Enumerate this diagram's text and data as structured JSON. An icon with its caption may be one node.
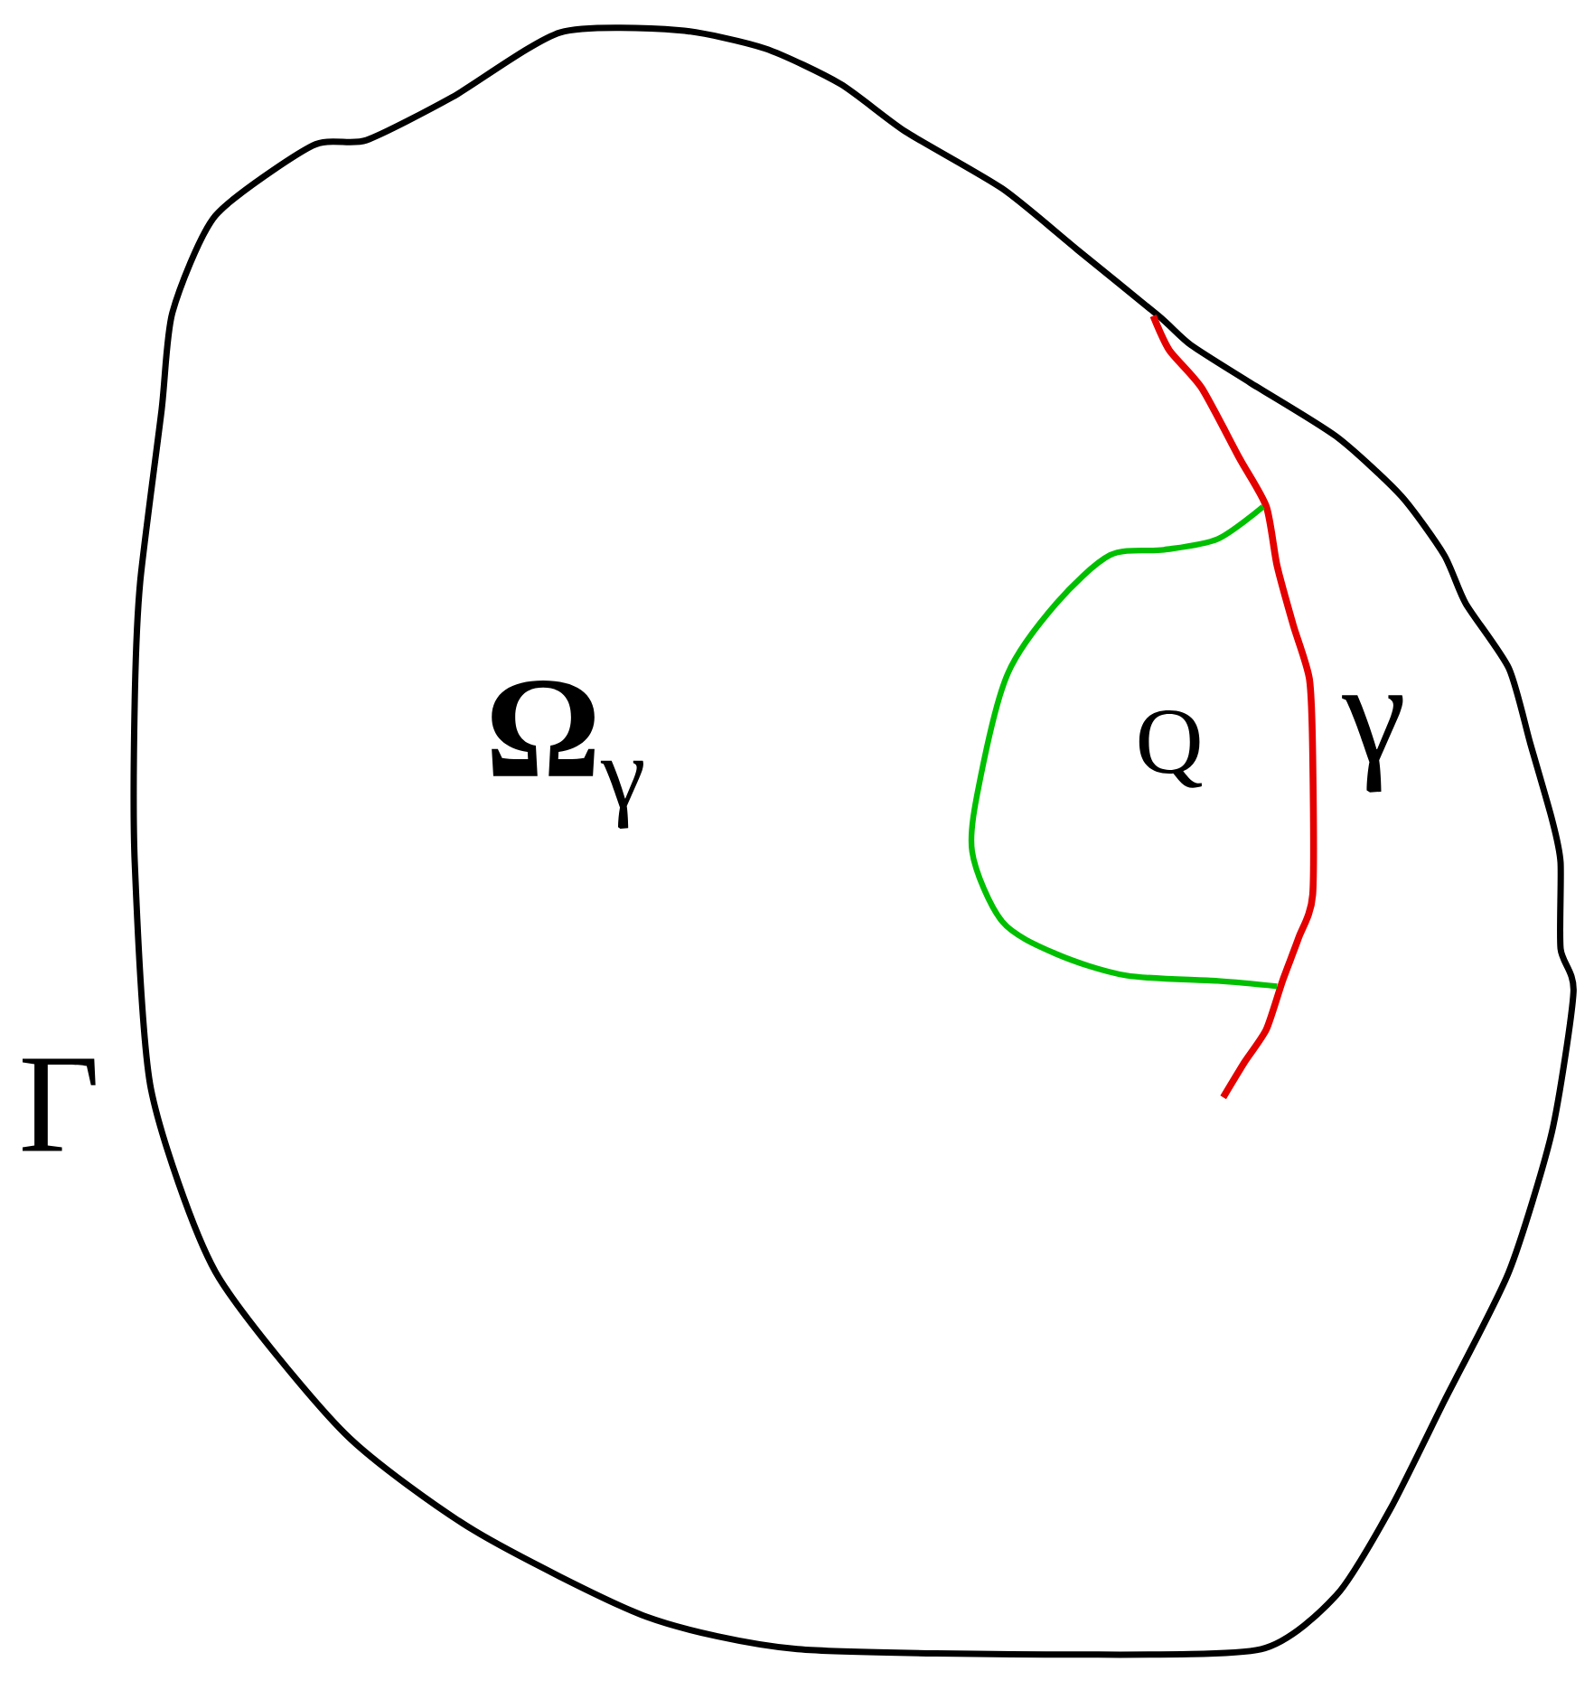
{
  "diagram": {
    "labels": [
      "**Ω**$_{γ}$",
      "Q",
      "γ",
      "Γ"
    ]
  }
}
